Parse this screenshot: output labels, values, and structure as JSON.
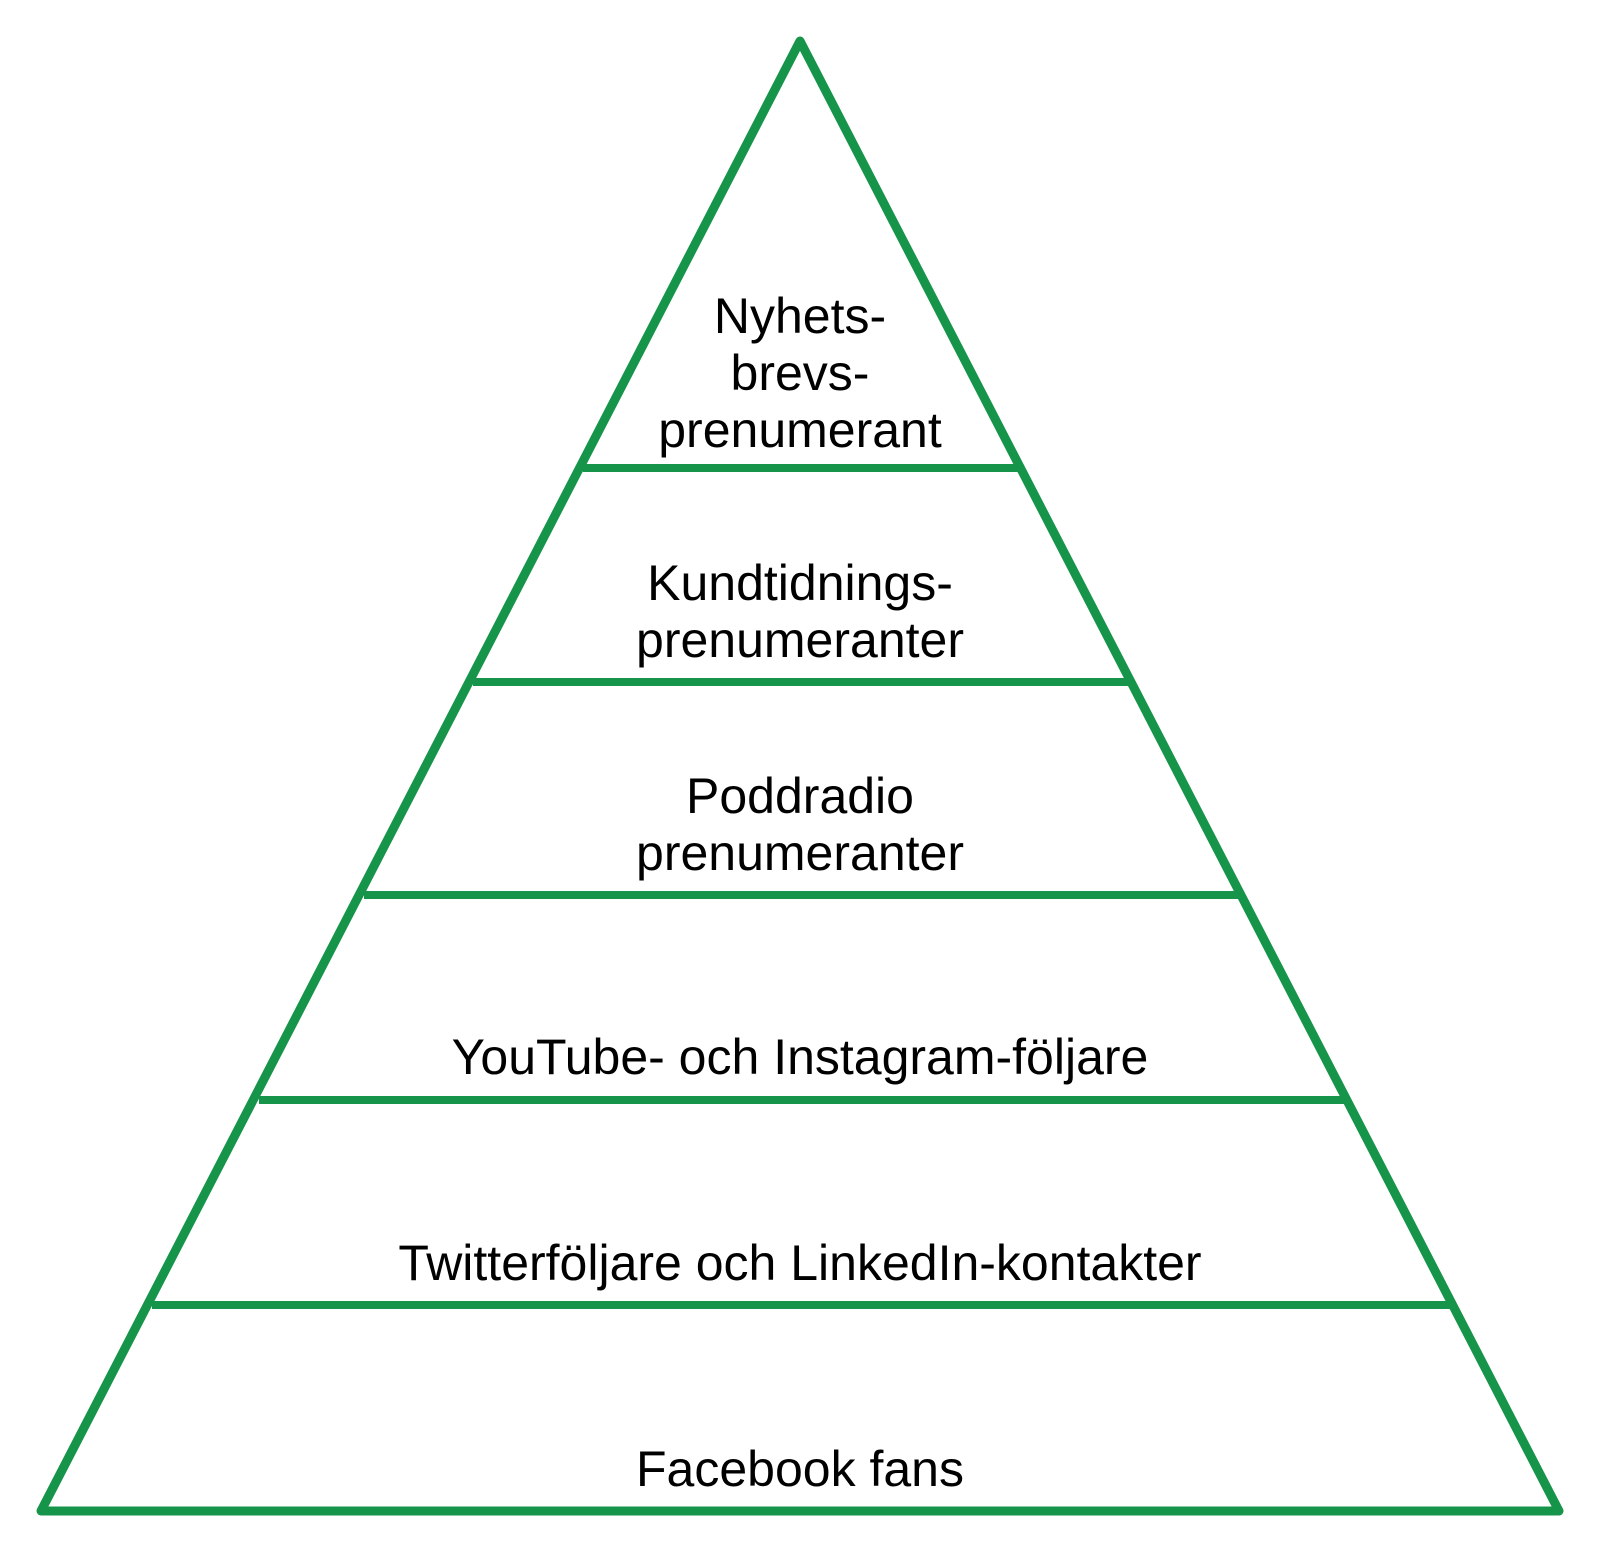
{
  "diagram": {
    "type": "pyramid",
    "line_color": "#16954a",
    "background": "#ffffff",
    "tiers_top_to_bottom": [
      {
        "id": "newsletter",
        "lines": [
          "Nyhets-",
          "brevs-",
          "prenumerant"
        ]
      },
      {
        "id": "customer-magazine",
        "lines": [
          "Kundtidnings-",
          "prenumeranter"
        ]
      },
      {
        "id": "podcast",
        "lines": [
          "Poddradio",
          "prenumeranter"
        ]
      },
      {
        "id": "youtube-instagram",
        "lines": [
          "YouTube- och Instagram-följare"
        ]
      },
      {
        "id": "twitter-linkedin",
        "lines": [
          "Twitterföljare och LinkedIn-kontakter"
        ]
      },
      {
        "id": "facebook",
        "lines": [
          "Facebook fans"
        ]
      }
    ]
  }
}
